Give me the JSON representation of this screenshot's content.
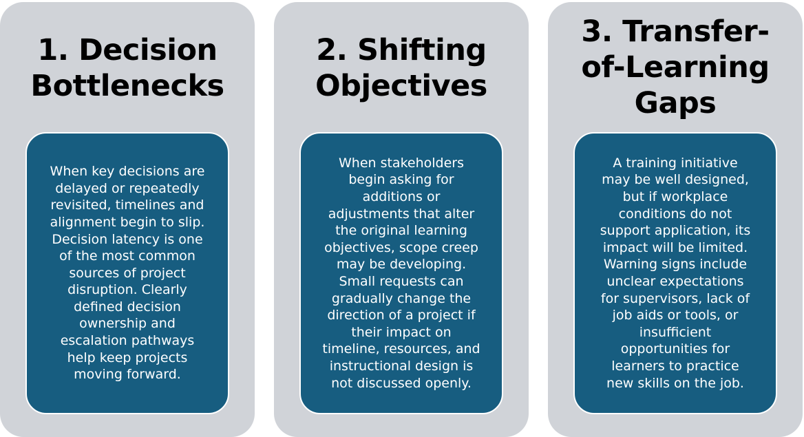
{
  "panels": [
    {
      "title_lines": [
        "1. Decision",
        "Bottlenecks"
      ],
      "body_lines": [
        "When key decisions are",
        "delayed or repeatedly",
        "revisited, timelines and",
        "alignment begin to slip.",
        "Decision latency is one",
        "of the most common",
        "sources of project",
        "disruption. Clearly",
        "defined decision",
        "ownership and",
        "escalation pathways",
        "help keep projects",
        "moving forward."
      ]
    },
    {
      "title_lines": [
        "2. Shifting",
        "Objectives"
      ],
      "body_lines": [
        "When stakeholders",
        "begin asking for",
        "additions or",
        "adjustments that alter",
        "the original learning",
        "objectives, scope creep",
        "may be developing.",
        "Small requests can",
        "gradually change the",
        "direction of a project if",
        "their impact on",
        "timeline, resources, and",
        "instructional design is",
        "not discussed openly."
      ]
    },
    {
      "title_lines": [
        "3. Transfer-",
        "of-Learning",
        "Gaps"
      ],
      "body_lines": [
        "A training initiative",
        "may be well designed,",
        "but if workplace",
        "conditions do not",
        "support application, its",
        "impact will be limited.",
        "Warning signs include",
        "unclear expectations",
        "for supervisors, lack of",
        "job aids or tools, or",
        "insufficient",
        "opportunities for",
        "learners to practice",
        "new skills on the job."
      ]
    }
  ]
}
